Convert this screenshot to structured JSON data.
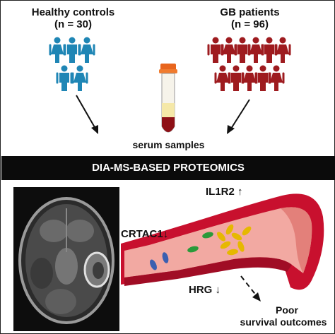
{
  "groups": {
    "healthy": {
      "title": "Healthy controls",
      "n": "(n = 30)",
      "color": "#1f86b5"
    },
    "gb": {
      "title": "GB patients",
      "n": "(n = 96)",
      "color": "#9e1b1f"
    }
  },
  "sample": {
    "label": "serum samples"
  },
  "banner": {
    "text": "DIA-MS-BASED PROTEOMICS"
  },
  "markers": {
    "up": "IL1R2",
    "down1": "CRTAC1",
    "down2": "HRG",
    "up_arrow": "↑",
    "down_arrow": "↓"
  },
  "outcome": {
    "line1": "Poor",
    "line2": "survival outcomes"
  },
  "colors": {
    "vessel_red": "#c8102e",
    "vessel_pink": "#f2a9a2",
    "particle_blue": "#3b5fb0",
    "particle_green": "#2a9a3a",
    "particle_yellow": "#e6b800"
  }
}
